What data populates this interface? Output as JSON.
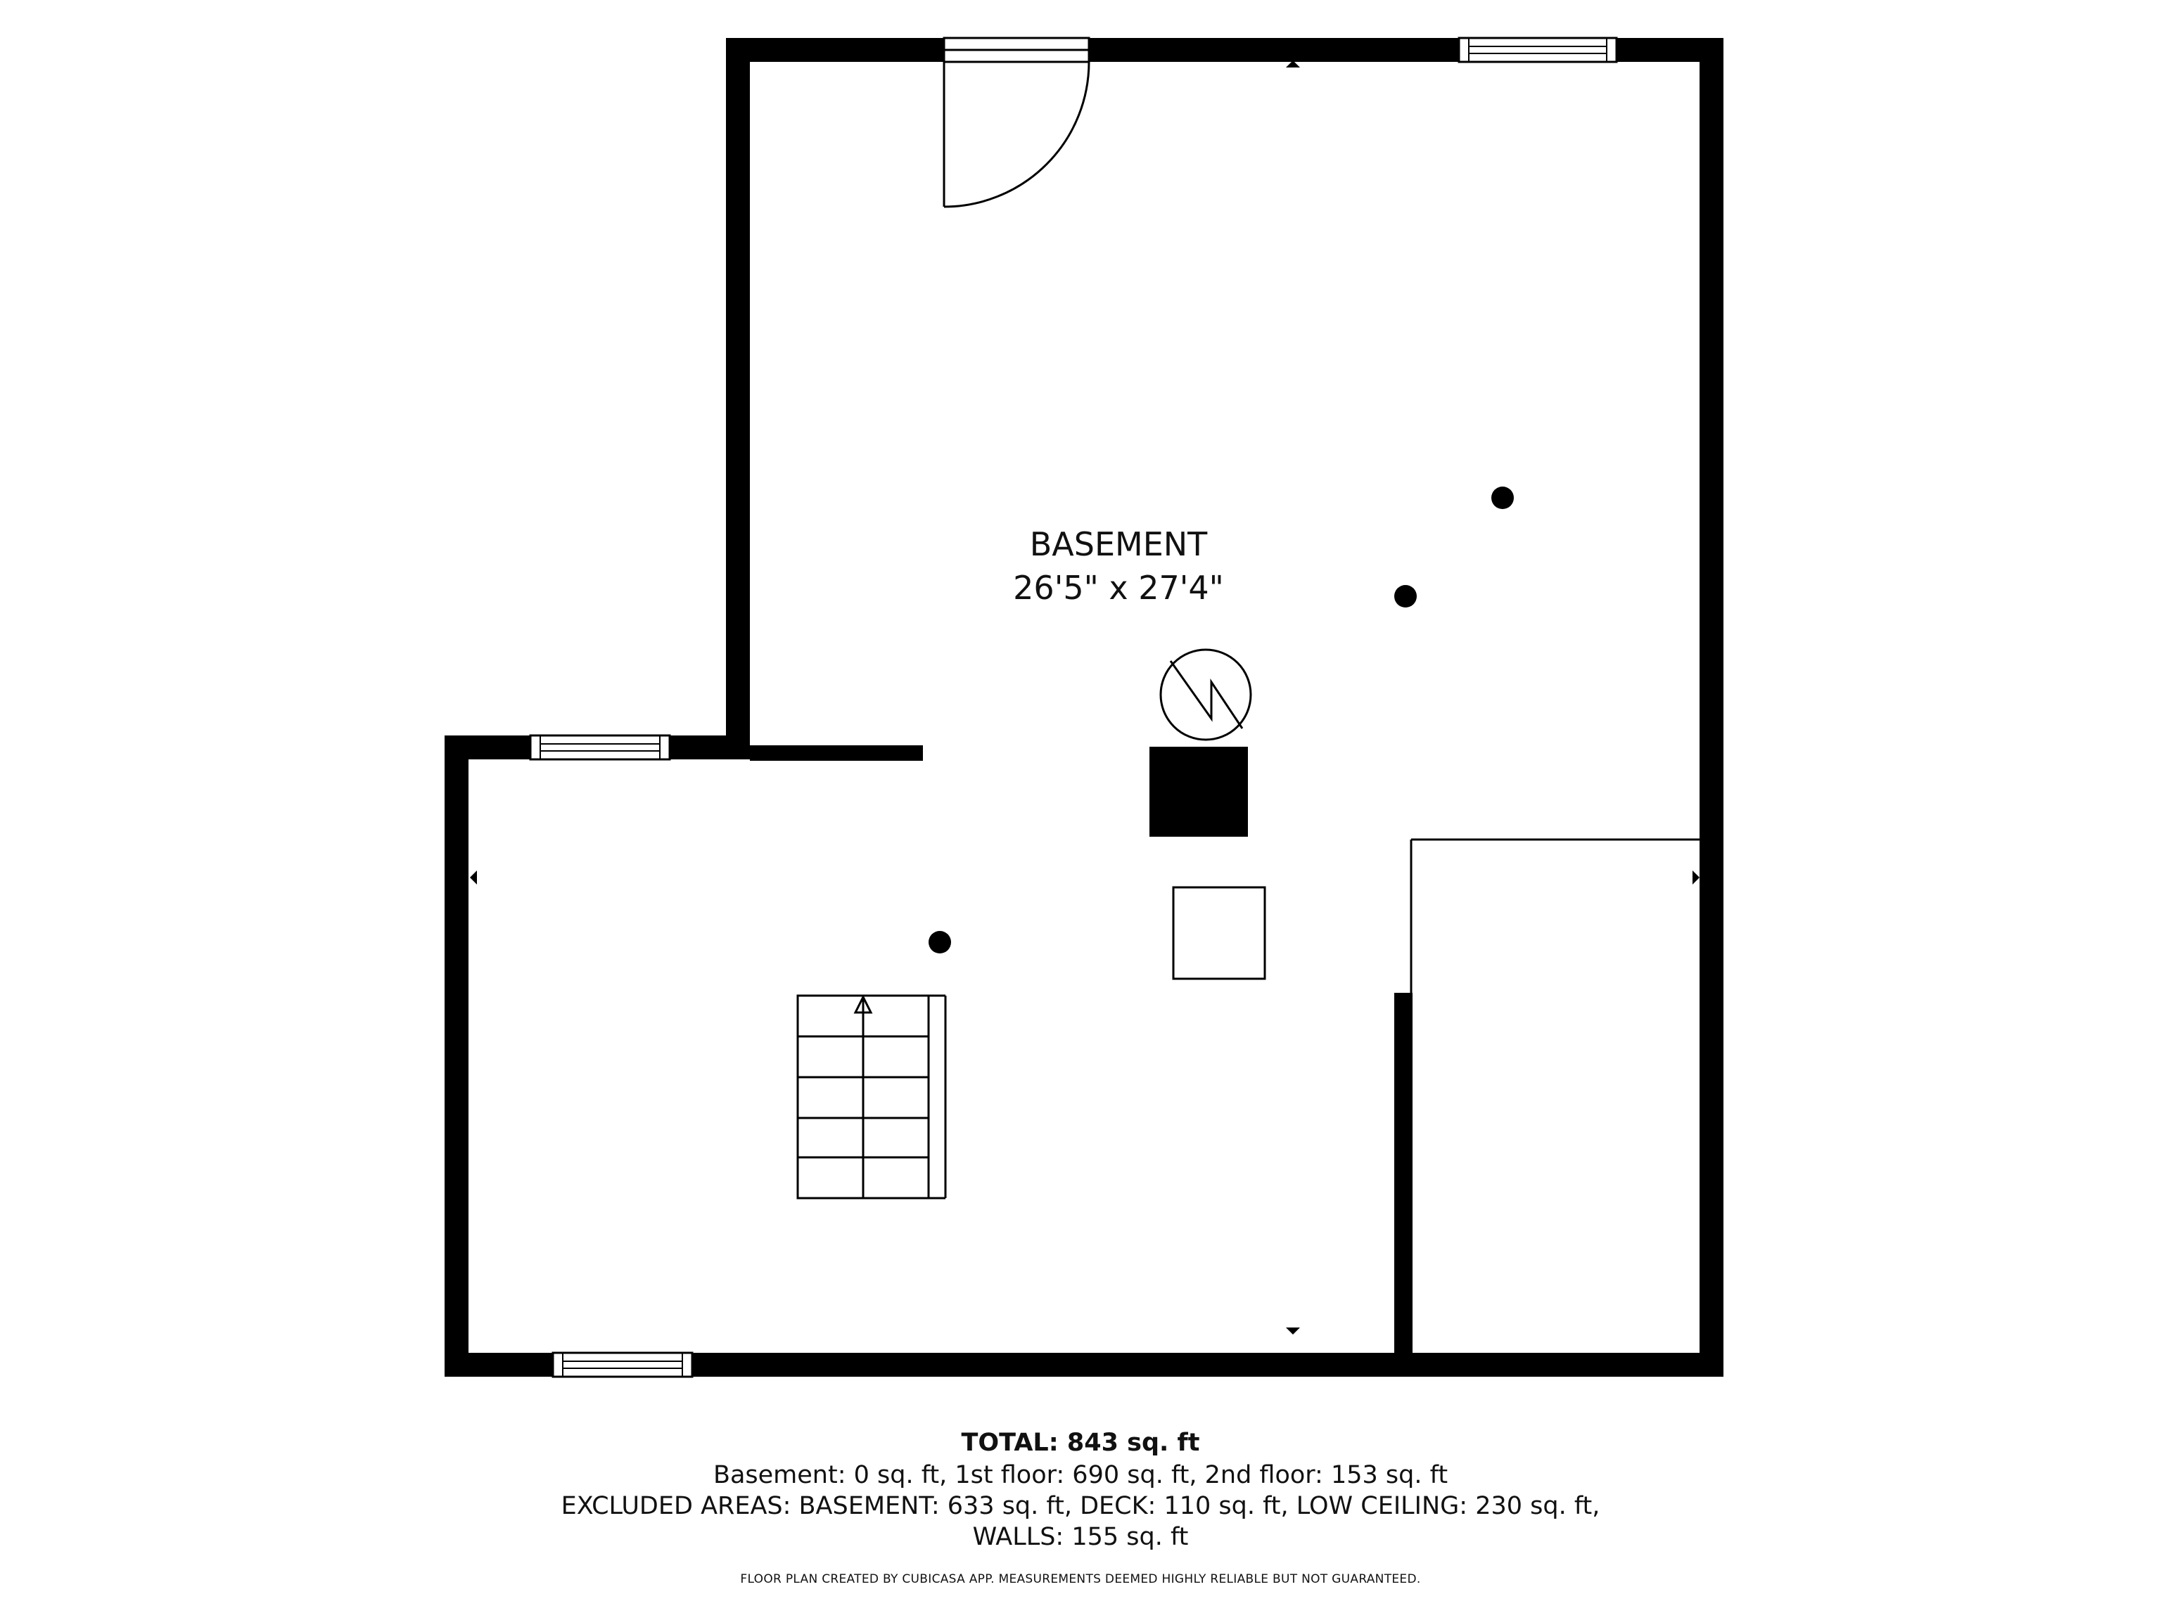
{
  "room": {
    "name": "BASEMENT",
    "dimensions": "26'5\" x 27'4\""
  },
  "summary": {
    "total": "TOTAL: 843 sq. ft",
    "line1": "Basement: 0 sq. ft, 1st floor: 690 sq. ft, 2nd floor: 153 sq. ft",
    "line2": "EXCLUDED AREAS: BASEMENT: 633 sq. ft, DECK: 110 sq. ft, LOW CEILING: 230 sq. ft,",
    "line3": "WALLS: 155 sq. ft"
  },
  "disclaimer": "FLOOR PLAN CREATED BY CUBICASA APP. MEASUREMENTS DEEMED HIGHLY RELIABLE BUT NOT GUARANTEED.",
  "colors": {
    "wall": "#000000",
    "background": "#ffffff",
    "text": "#111111"
  },
  "icons": [
    "door-swing-icon",
    "window-icon",
    "stair-icon",
    "water-heater-icon",
    "column-icon",
    "orientation-arrow-icon"
  ]
}
